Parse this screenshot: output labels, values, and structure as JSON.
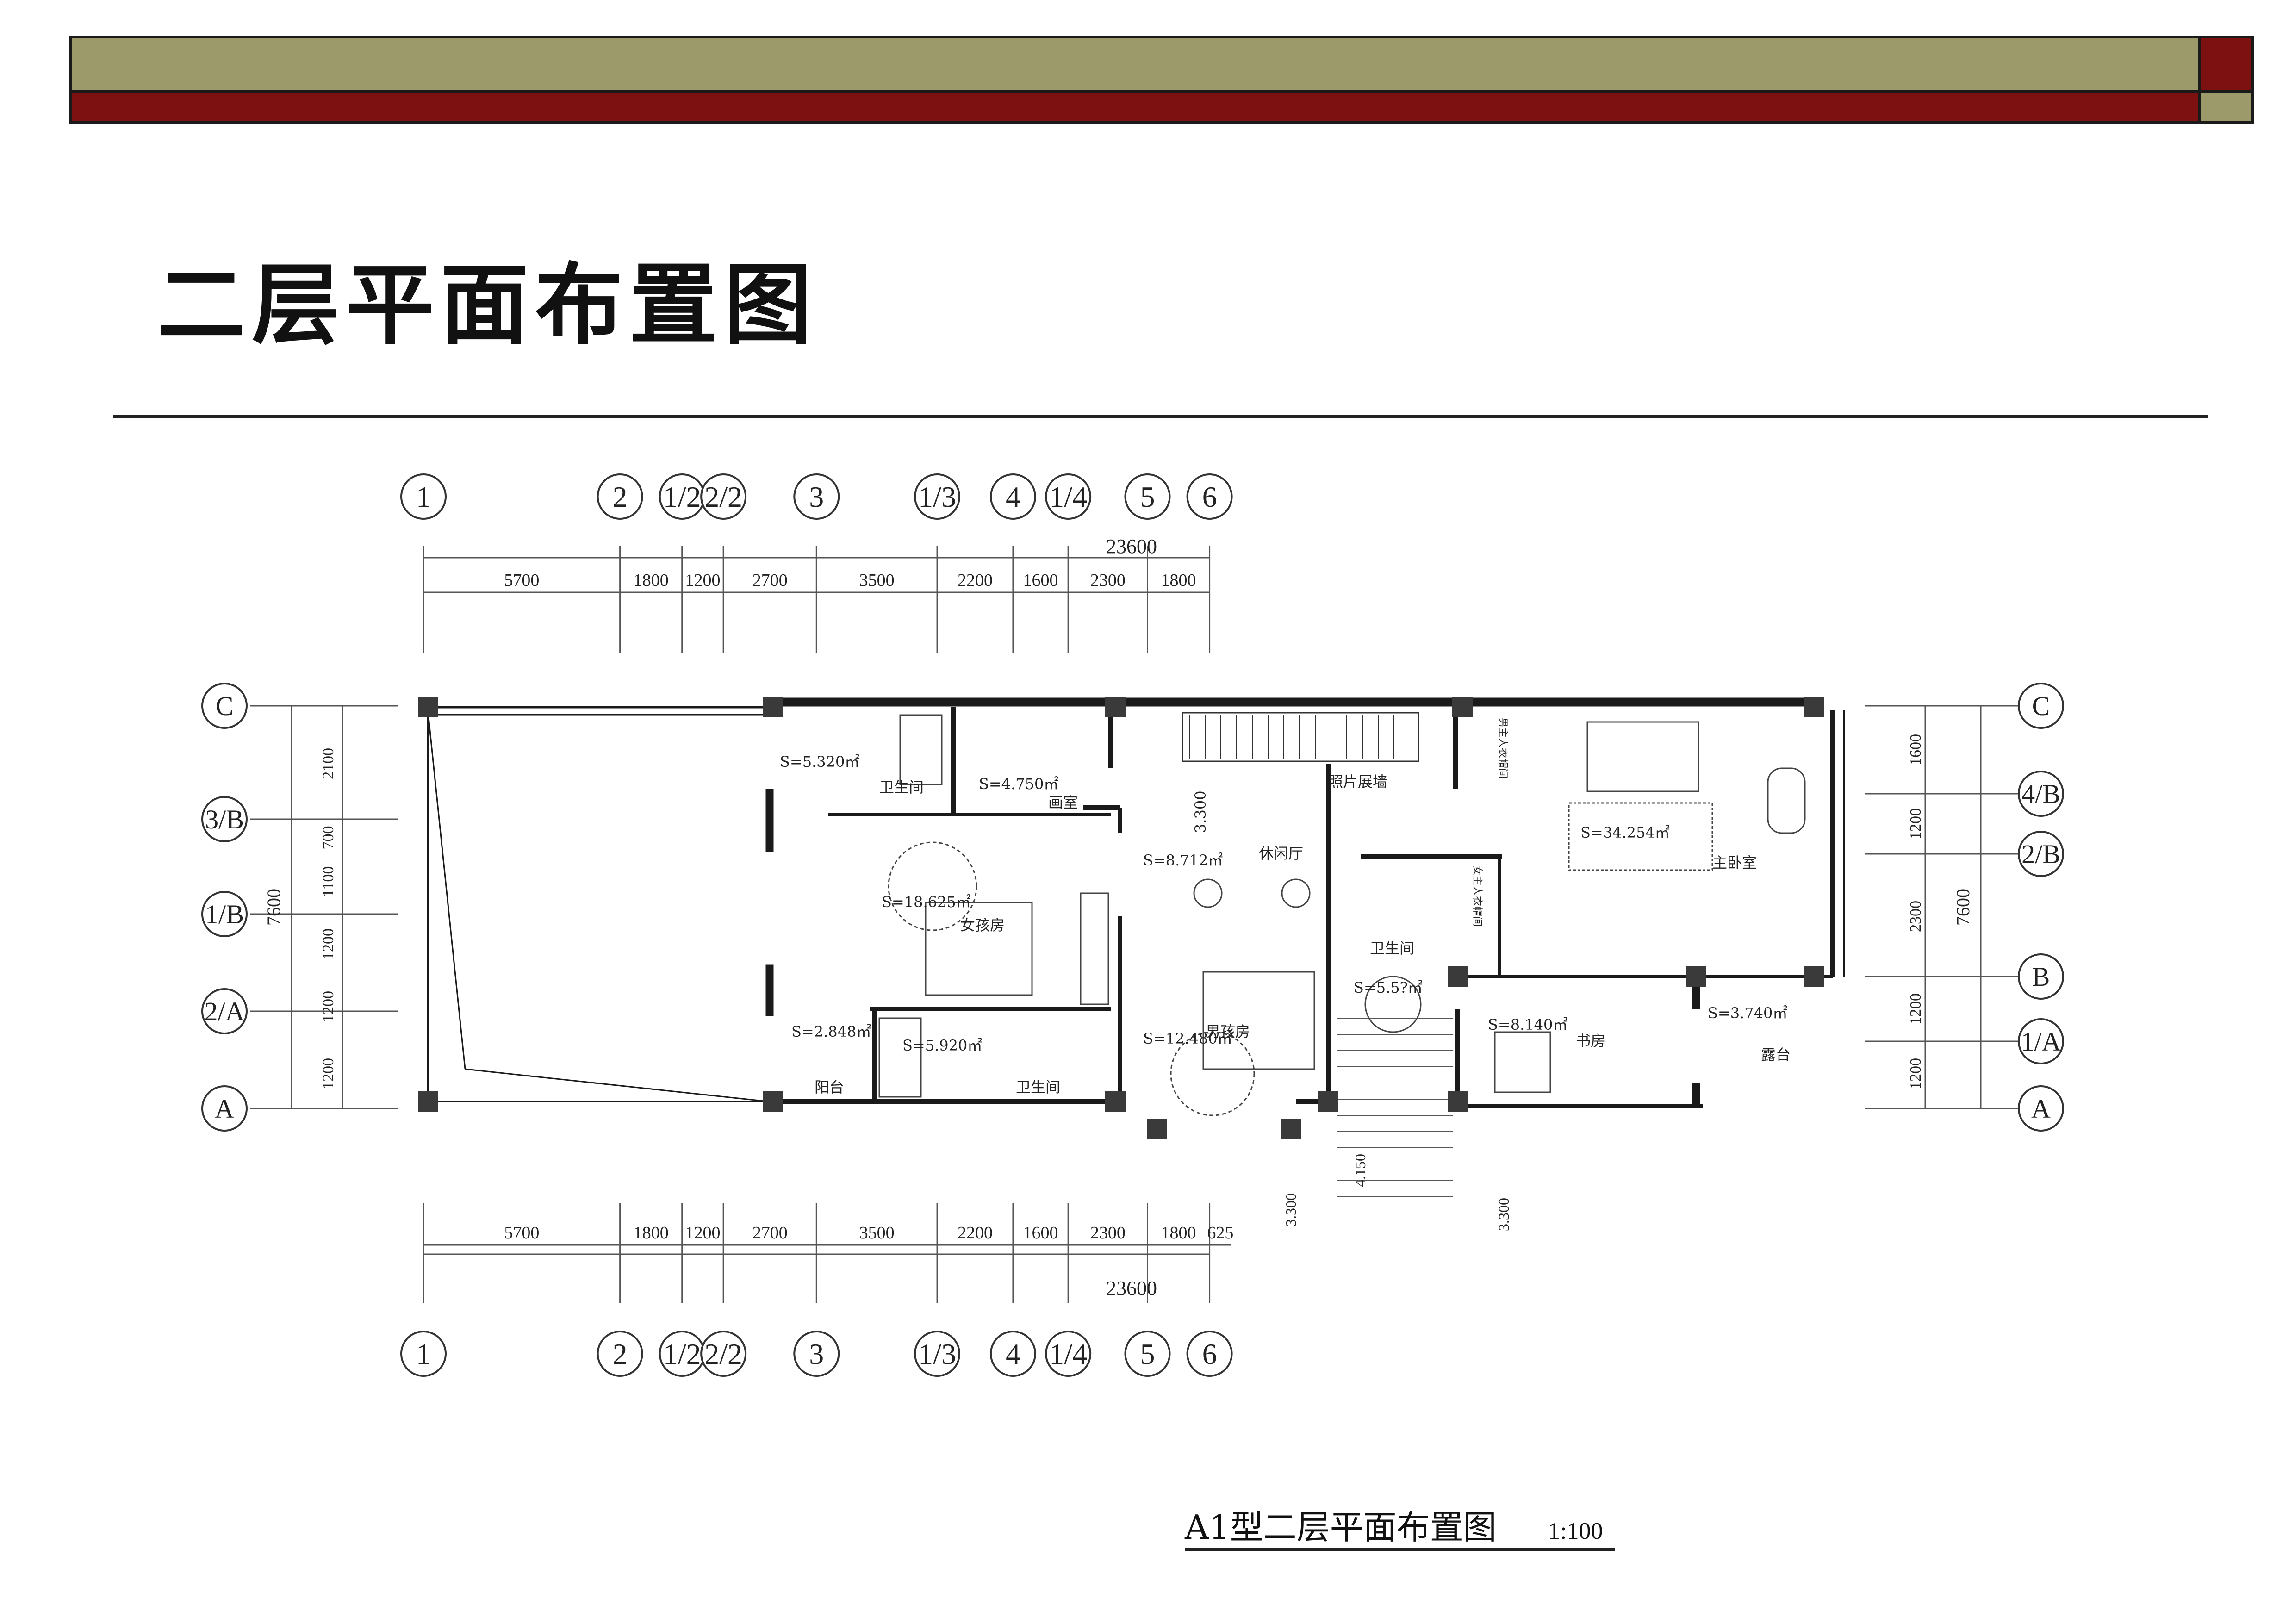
{
  "slide": {
    "title": "二层平面布置图",
    "colors": {
      "olive": "#9c9a6a",
      "maroon": "#7d1010",
      "ink": "#1a1a1a"
    }
  },
  "plan": {
    "caption": "A1型二层平面布置图",
    "scale": "1:100",
    "total_width": "23600",
    "top_axes": [
      "1",
      "2",
      "1/2",
      "2/2",
      "3",
      "1/3",
      "4",
      "1/4",
      "5",
      "6"
    ],
    "top_dims": [
      "5700",
      "1800",
      "1200",
      "2700",
      "3500",
      "2200",
      "1600",
      "2300",
      "1800"
    ],
    "bottom_dims": [
      "5700",
      "1800",
      "1200",
      "2700",
      "3500",
      "2200",
      "1600",
      "2300",
      "1800",
      "625"
    ],
    "left_axes": [
      "C",
      "3/B",
      "1/B",
      "2/A",
      "A"
    ],
    "left_dims": [
      "2100",
      "700",
      "1100",
      "1200",
      "1200",
      "1200"
    ],
    "left_total": "7600",
    "right_axes": [
      "C",
      "4/B",
      "2/B",
      "B",
      "1/A",
      "A"
    ],
    "right_dims": [
      "1600",
      "1200",
      "2300",
      "1200",
      "1200"
    ],
    "right_total": "7600",
    "stair_dims": [
      "3.300",
      "4.150",
      "3.300"
    ],
    "vertical_dim": "3.300",
    "rooms": [
      {
        "name": "卫生间",
        "area": "S=5.320㎡"
      },
      {
        "name": "画室",
        "area": "S=4.750㎡"
      },
      {
        "name": "休闲厅",
        "area": "S=8.712㎡"
      },
      {
        "name": "照片展墙",
        "area": ""
      },
      {
        "name": "主卧室",
        "area": "S=34.254㎡"
      },
      {
        "name": "女孩房",
        "area": "S=18.625㎡"
      },
      {
        "name": "卫生间",
        "area": "S=5.5?㎡"
      },
      {
        "name": "男孩房",
        "area": "S=12.480㎡"
      },
      {
        "name": "阳台",
        "area": "S=2.848㎡"
      },
      {
        "name": "卫生间",
        "area": "S=5.920㎡"
      },
      {
        "name": "书房",
        "area": "S=8.140㎡"
      },
      {
        "name": "露台",
        "area": "S=3.740㎡"
      }
    ],
    "closets": [
      "男主人衣帽间",
      "女主人衣帽间"
    ]
  }
}
